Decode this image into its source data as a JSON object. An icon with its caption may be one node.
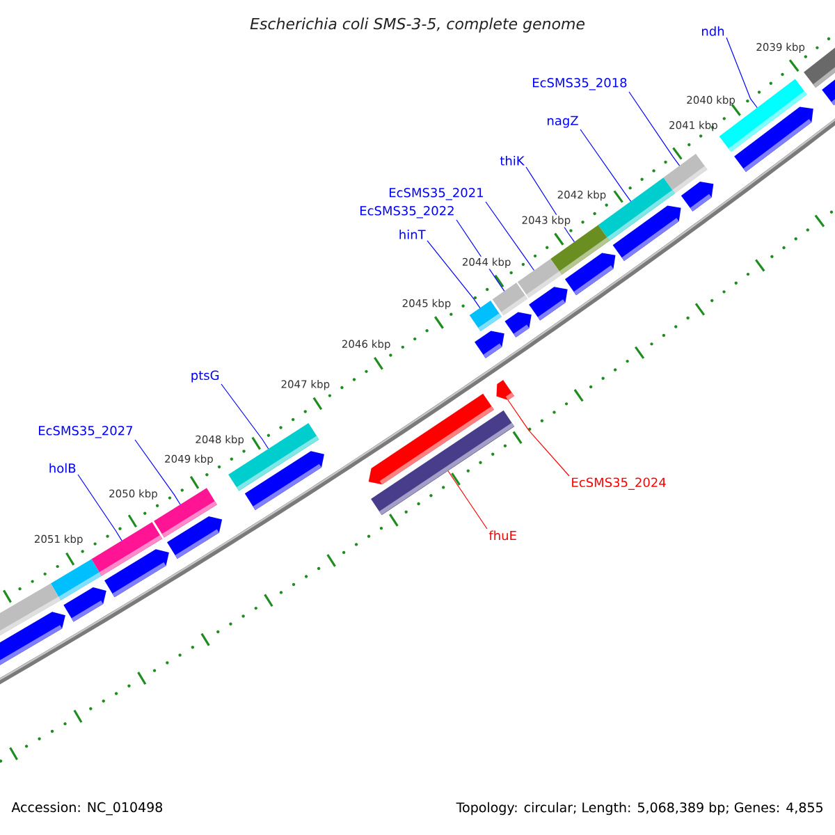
{
  "diagram": {
    "title": "Escherichia coli SMS-3-5, complete genome",
    "nodes": [
      {
        "text": [
          "ndh"
        ]
      },
      {
        "text": [
          "EcSMS35_2018"
        ]
      },
      {
        "text": [
          "nagZ"
        ]
      },
      {
        "text": [
          "thiK"
        ]
      },
      {
        "text": [
          "EcSMS35_2021"
        ]
      },
      {
        "text": [
          "EcSMS35_2022"
        ]
      },
      {
        "text": [
          "hinT"
        ]
      },
      {
        "text": [
          "ptsG"
        ]
      },
      {
        "text": [
          "EcSMS35_2027"
        ]
      },
      {
        "text": [
          "holB"
        ]
      },
      {
        "text": [
          "EcSMS35_2024"
        ]
      },
      {
        "text": [
          "fhuE"
        ]
      },
      {
        "text": [],
        "shape": "bar"
      },
      {
        "text": [],
        "shape": "bar"
      },
      {
        "text": [],
        "shape": "bar"
      },
      {
        "text": [],
        "shape": "bar"
      },
      {
        "text": [],
        "shape": "bar"
      },
      {
        "text": [],
        "shape": "bar"
      },
      {
        "text": [],
        "shape": "bar"
      },
      {
        "text": [],
        "shape": "bar"
      },
      {
        "text": [],
        "shape": "bar"
      },
      {
        "text": [],
        "shape": "bar"
      },
      {
        "text": [],
        "shape": "arrow"
      },
      {
        "text": [],
        "shape": "bar"
      }
    ],
    "edges": [
      {
        "from": 0,
        "to": 12,
        "arrow": "none"
      },
      {
        "from": 1,
        "to": 13,
        "arrow": "none"
      },
      {
        "from": 2,
        "to": 14,
        "arrow": "none"
      },
      {
        "from": 3,
        "to": 15,
        "arrow": "none"
      },
      {
        "from": 4,
        "to": 16,
        "arrow": "none"
      },
      {
        "from": 5,
        "to": 17,
        "arrow": "none"
      },
      {
        "from": 6,
        "to": 18,
        "arrow": "none"
      },
      {
        "from": 7,
        "to": 19,
        "arrow": "none"
      },
      {
        "from": 8,
        "to": 20,
        "arrow": "none"
      },
      {
        "from": 9,
        "to": 21,
        "arrow": "none"
      },
      {
        "from": 10,
        "to": 22,
        "arrow": "none",
        "color": "#ff0000"
      },
      {
        "from": 11,
        "to": 23,
        "arrow": "none",
        "color": "#ff0000"
      }
    ],
    "labels": [
      "2039 kbp",
      "2040 kbp",
      "2041 kbp",
      "2042 kbp",
      "2043 kbp",
      "2044 kbp",
      "2045 kbp",
      "2046 kbp",
      "2047 kbp",
      "2048 kbp",
      "2049 kbp",
      "2050 kbp",
      "2051 kbp",
      "Accession: NC_010498",
      "Topology: circular; Length: 5,068,389 bp; Genes: 4,855"
    ]
  }
}
